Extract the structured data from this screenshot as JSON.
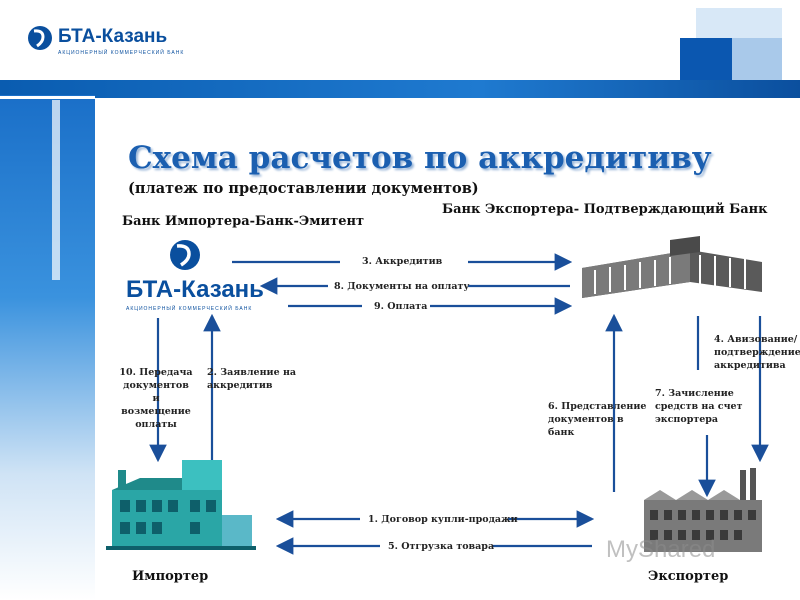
{
  "header": {
    "logo_name": "БТА-Казань",
    "logo_subtitle": "АКЦИОНЕРНЫЙ КОММЕРЧЕСКИЙ БАНК"
  },
  "slide": {
    "title": "Схема расчетов по аккредитиву",
    "subtitle": "(платеж по предоставлении документов)"
  },
  "labels": {
    "importer_bank": "Банк Импортера-Банк-Эмитент",
    "exporter_bank": "Банк Экспортера- Подтверждающий Банк",
    "importer": "Импортер",
    "exporter": "Экспортер"
  },
  "center_logo": {
    "name": "БТА-Казань",
    "subtitle": "АКЦИОНЕРНЫЙ КОММЕРЧЕСКИЙ БАНК"
  },
  "steps": {
    "s1": "1. Договор купли-продажи",
    "s2": "2. Заявление на аккредитив",
    "s3": "3. Аккредитив",
    "s4": "4. Авизование/ подтверждение аккредитива",
    "s5": "5. Отгрузка товара",
    "s6": "6. Представление документов в банк",
    "s7": "7. Зачисление средств на счет экспортера",
    "s8": "8. Документы на оплату",
    "s9": "9. Оплата",
    "s10": "10. Передача документов и возмещение оплаты"
  },
  "watermark": "MyShared",
  "colors": {
    "brand_blue": "#0a4f9e",
    "title_blue": "#1b5fb0",
    "arrow_blue": "#1a4f9a"
  }
}
